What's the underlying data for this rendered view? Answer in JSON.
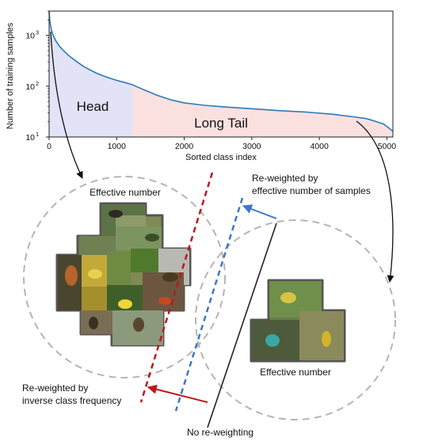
{
  "chart_data": {
    "type": "line",
    "xlabel": "Sorted class index",
    "ylabel": "Number of training samples",
    "yscale": "log",
    "xlim": [
      0,
      5089
    ],
    "ylim": [
      10,
      3000
    ],
    "x_ticks": [
      "0",
      "1000",
      "2000",
      "3000",
      "4000",
      "5000"
    ],
    "y_ticks": [
      {
        "base": "10",
        "exp": "1"
      },
      {
        "base": "10",
        "exp": "2"
      },
      {
        "base": "10",
        "exp": "3"
      }
    ],
    "regions": [
      {
        "label": "Head",
        "x_range": [
          0,
          1230
        ],
        "color": "#e2e3f7"
      },
      {
        "label": "Long Tail",
        "x_range": [
          1230,
          5089
        ],
        "color": "#fbe0e0"
      }
    ],
    "series": [
      {
        "color": "#2a7ab8",
        "x": [
          0,
          10,
          30,
          60,
          100,
          150,
          200,
          300,
          400,
          500,
          600,
          700,
          800,
          900,
          1000,
          1100,
          1230,
          1400,
          1600,
          1800,
          2000,
          2300,
          2600,
          3000,
          3400,
          3800,
          4200,
          4500,
          4700,
          4850,
          4950,
          5030,
          5089
        ],
        "y": [
          3000,
          1900,
          1350,
          1000,
          780,
          620,
          520,
          390,
          310,
          250,
          210,
          180,
          160,
          143,
          130,
          120,
          107,
          85,
          66,
          54,
          47,
          42,
          39,
          36,
          33,
          31,
          28,
          25,
          23,
          20,
          18,
          15,
          13
        ]
      }
    ]
  },
  "labels": {
    "effective_number_top": "Effective number",
    "effective_number_bottom": "Effective number",
    "reweighted_effective_1": "Re-weighted by",
    "reweighted_effective_2": "effective number of samples",
    "reweighted_inverse_1": "Re-weighted by",
    "reweighted_inverse_2": "inverse class frequency",
    "no_reweighting": "No re-weighting"
  },
  "colors": {
    "curve": "#2a7ab8",
    "head_fill": "#e2e3f7",
    "tail_fill": "#fbe0e0",
    "red_line": "#c0161b",
    "blue_line": "#3e76c8",
    "black_line": "#222222",
    "circle": "#b5b5b5",
    "collage_border": "#555555"
  }
}
